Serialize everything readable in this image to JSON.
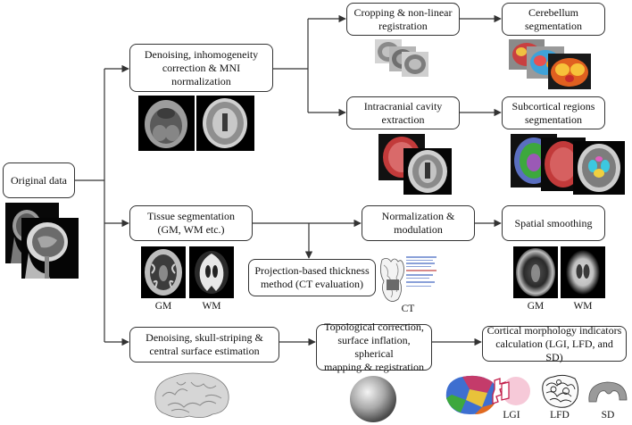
{
  "diagram": {
    "nodes": {
      "original": "Original data",
      "denoise_norm": "Denoising, inhomogeneity\ncorrection & MNI\nnormalization",
      "crop": "Cropping & non-linear\nregistration",
      "cerebellum": "Cerebellum\nsegmentation",
      "intracranial": "Intracranial cavity\nextraction",
      "subcortical": "Subcortical regions\nsegmentation",
      "tissue": "Tissue segmentation\n(GM, WM etc.)",
      "normalization": "Normalization &\nmodulation",
      "smoothing": "Spatial smoothing",
      "pbt": "Projection-based thickness\nmethod (CT evaluation)",
      "surface": "Denoising, skull-striping &\ncentral surface estimation",
      "topological": "Topological correction,\nsurface inflation, spherical\nmapping & registration",
      "cortical": "Cortical morphology indicators\ncalculation (LGI, LFD, and SD)"
    },
    "image_labels": {
      "gm1": "GM",
      "wm1": "WM",
      "ct": "CT",
      "gm2": "GM",
      "wm2": "WM",
      "lgi": "LGI",
      "lfd": "LFD",
      "sd": "SD"
    }
  },
  "colors": {
    "stroke": "#333333",
    "brain_red": "#c23a3a",
    "subcortical_green": "#3da83d",
    "cerebellum_orange": "#f0a020"
  }
}
